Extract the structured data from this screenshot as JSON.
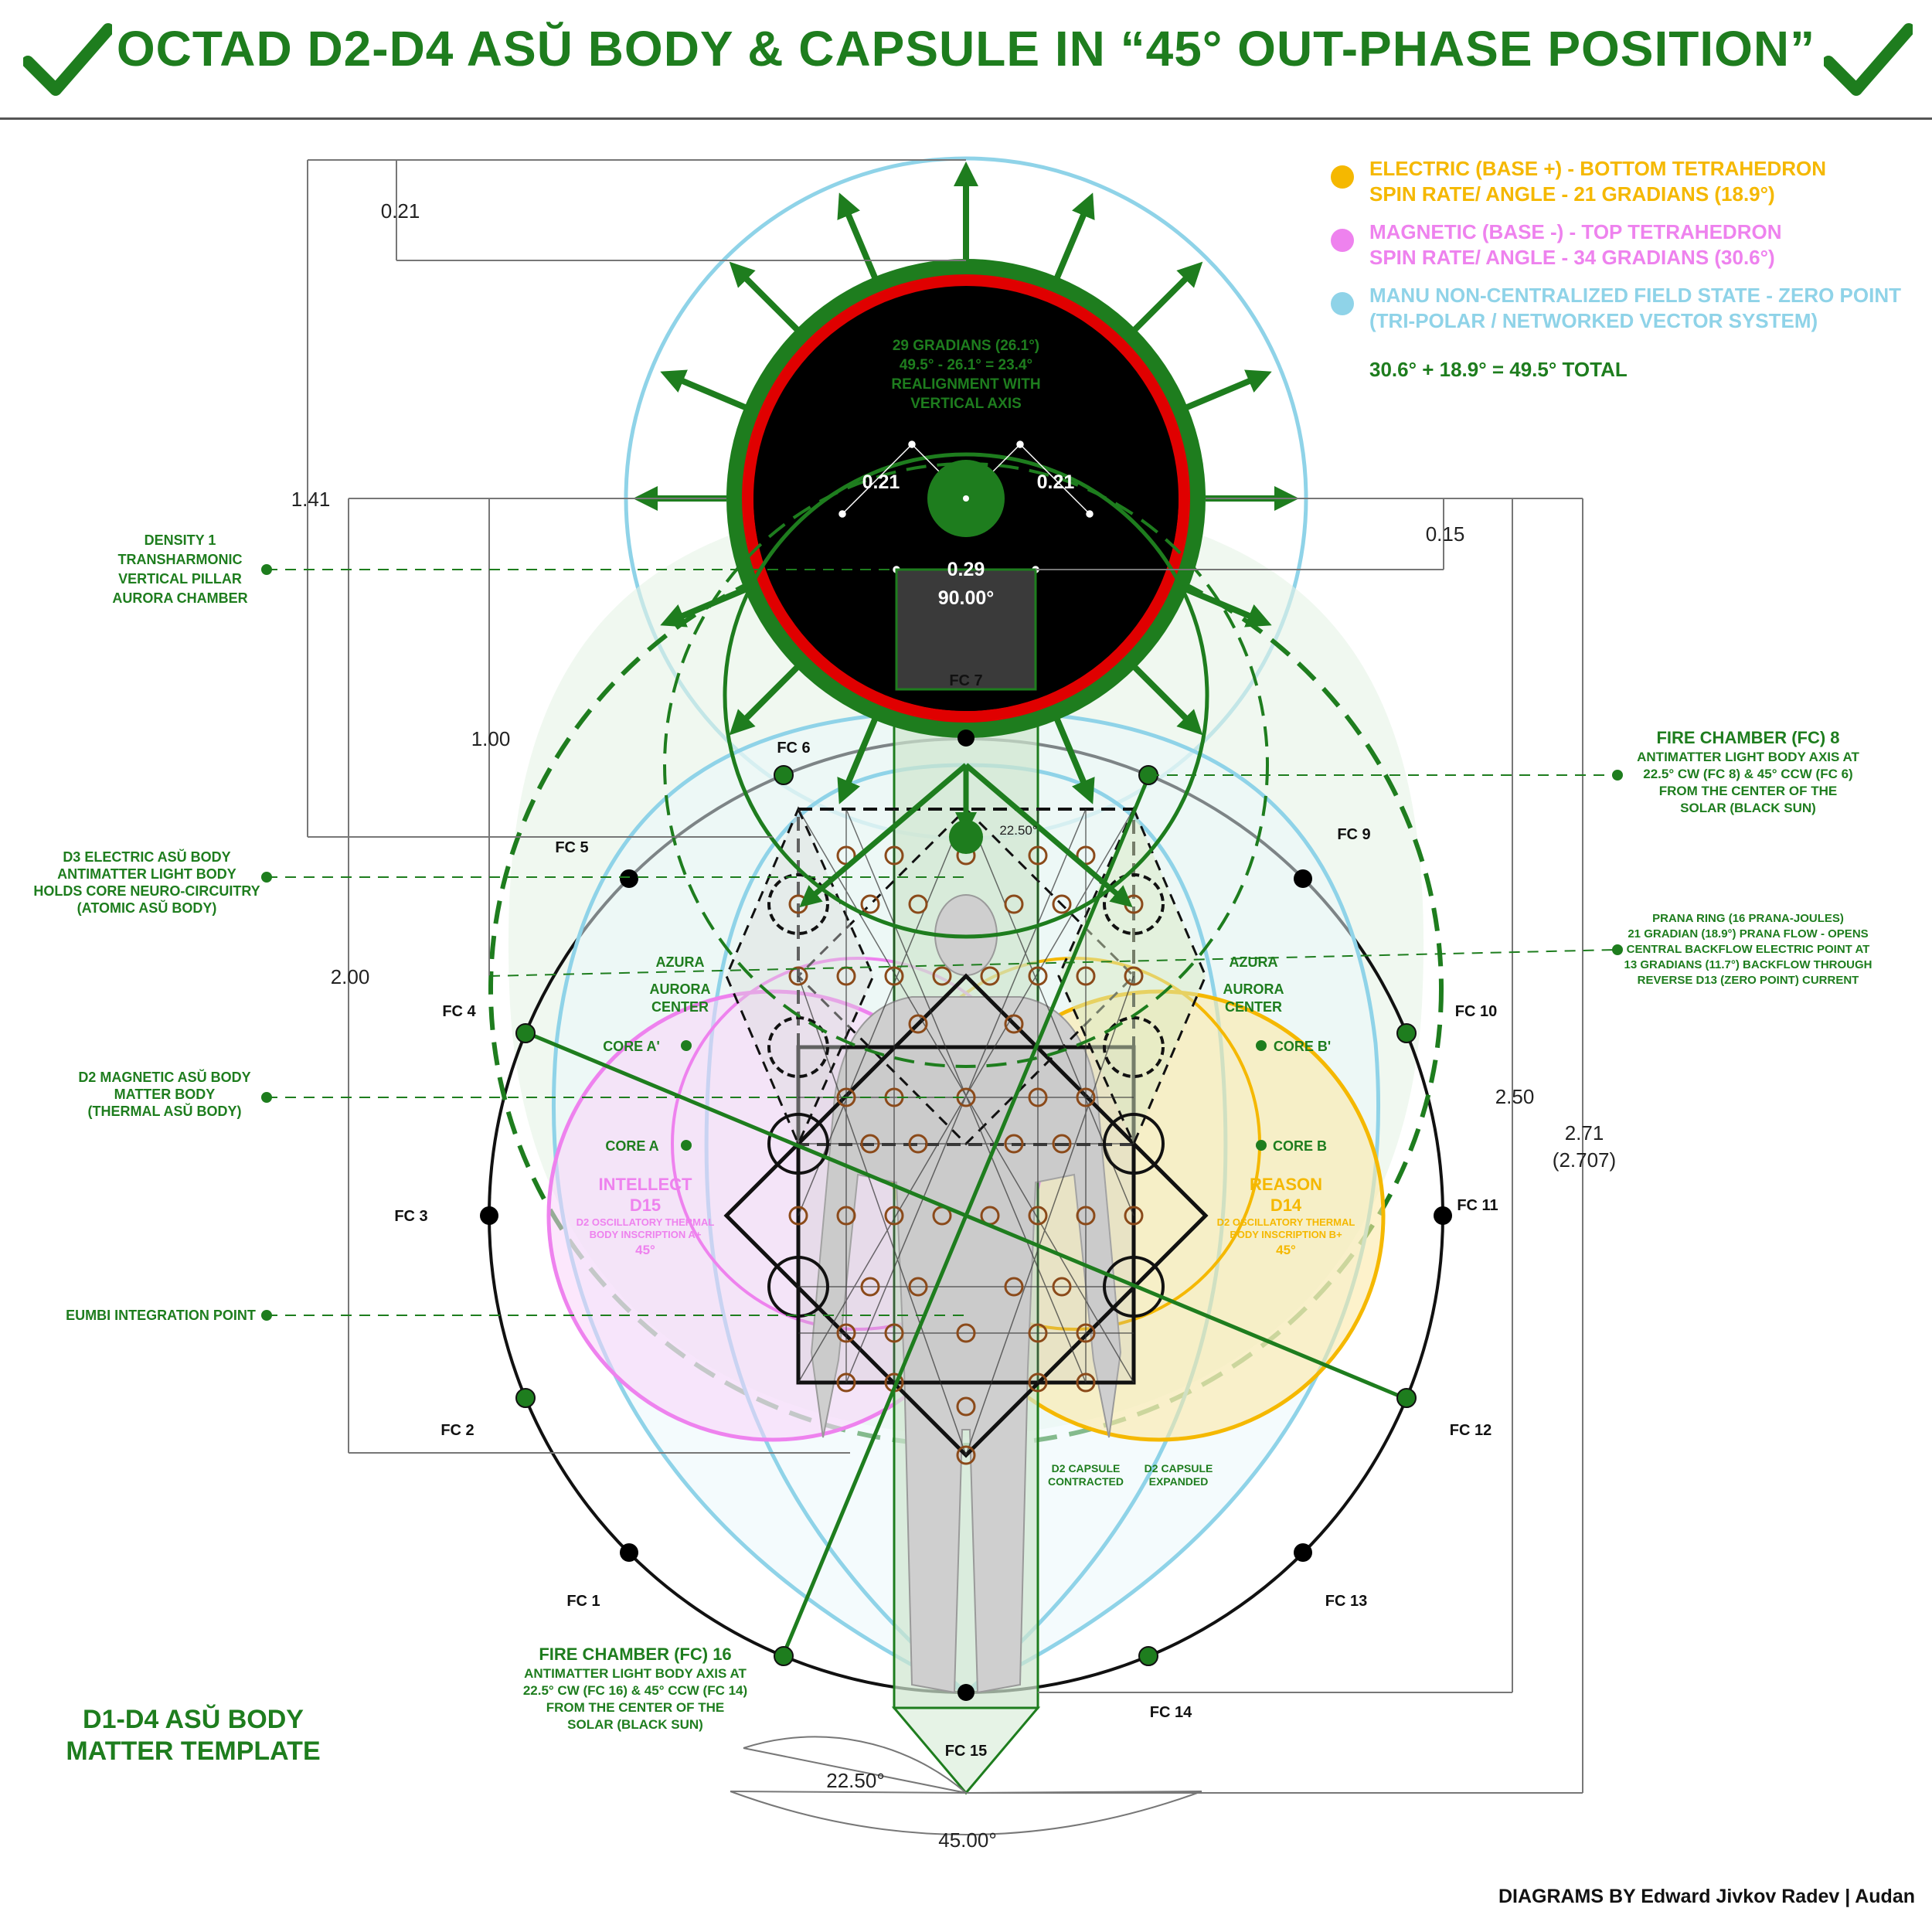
{
  "title": "OCTAD D2-D4 ASŬ BODY & CAPSULE IN “45° OUT-PHASE POSITION”",
  "colors": {
    "green": "#1e7d1e",
    "electric": "#f5b800",
    "magnetic": "#ee82ee",
    "manu": "#8fd3e8",
    "red": "#e00000"
  },
  "legend": {
    "electric": {
      "line1": "ELECTRIC (BASE +) - BOTTOM TETRAHEDRON",
      "line2": "SPIN RATE/ ANGLE - 21 GRADIANS (18.9°)"
    },
    "magnetic": {
      "line1": "MAGNETIC (BASE -) - TOP TETRAHEDRON",
      "line2": "SPIN RATE/ ANGLE - 34 GRADIANS (30.6°)"
    },
    "manu": {
      "line1": "MANU NON-CENTRALIZED FIELD STATE - ZERO POINT",
      "line2": "(TRI-POLAR / NETWORKED VECTOR SYSTEM)"
    },
    "total": "30.6° + 18.9° = 49.5° TOTAL"
  },
  "sun": {
    "line1": "29 GRADIANS (26.1°)",
    "line2": "49.5° - 26.1° = 23.4°",
    "line3": "REALIGNMENT WITH",
    "line4": "VERTICAL AXIS"
  },
  "dimensions": {
    "d021_top": "0.21",
    "d141": "1.41",
    "d100": "1.00",
    "d200": "2.00",
    "d015": "0.15",
    "d250": "2.50",
    "d271": "2.71",
    "d2707": "(2.707)",
    "d021_left": "0.21",
    "d021_right": "0.21",
    "d029": "0.29",
    "a90": "90.00°",
    "a2250_top": "22.50°",
    "a2250_bottom": "22.50°",
    "a45": "45.00°"
  },
  "fire_chambers": [
    "FC 1",
    "FC 2",
    "FC 3",
    "FC 4",
    "FC 5",
    "FC 6",
    "FC 7",
    "FC 8",
    "FC 9",
    "FC 10",
    "FC 11",
    "FC 12",
    "FC 13",
    "FC 14",
    "FC 15",
    "FC 16"
  ],
  "left_labels": {
    "density": {
      "l1": "DENSITY 1",
      "l2": "TRANSHARMONIC",
      "l3": "VERTICAL PILLAR",
      "l4": "AURORA CHAMBER"
    },
    "d3": {
      "l1": "D3 ELECTRIC ASŬ BODY",
      "l2": "ANTIMATTER LIGHT BODY",
      "l3": "HOLDS CORE NEURO-CIRCUITRY",
      "l4": "(ATOMIC ASŬ BODY)"
    },
    "d2": {
      "l1": "D2 MAGNETIC ASŬ BODY",
      "l2": "MATTER BODY",
      "l3": "(THERMAL ASŬ BODY)"
    },
    "eumbi": "EUMBI INTEGRATION POINT"
  },
  "right_labels": {
    "fc8": {
      "l1": "FIRE CHAMBER (FC) 8",
      "l2": "ANTIMATTER LIGHT BODY AXIS AT",
      "l3": "22.5° CW (FC 8) & 45° CCW (FC 6)",
      "l4": "FROM THE CENTER OF THE",
      "l5": "SOLAR (BLACK SUN)"
    },
    "prana": {
      "l1": "PRANA RING (16 PRANA-JOULES)",
      "l2": "21 GRADIAN (18.9°) PRANA FLOW - OPENS",
      "l3": "CENTRAL BACKFLOW ELECTRIC POINT AT",
      "l4": "13 GRADIANS (11.7°) BACKFLOW THROUGH",
      "l5": "REVERSE D13 (ZERO POINT) CURRENT"
    }
  },
  "fc16": {
    "l1": "FIRE CHAMBER (FC) 16",
    "l2": "ANTIMATTER LIGHT BODY AXIS AT",
    "l3": "22.5° CW (FC 16) & 45° CCW (FC 14)",
    "l4": "FROM THE CENTER OF THE",
    "l5": "SOLAR (BLACK SUN)"
  },
  "inner": {
    "azura": "AZURA",
    "aurora": "AURORA",
    "center": "CENTER",
    "core_a1": "CORE A'",
    "core_b1": "CORE B'",
    "core_a": "CORE A",
    "core_b": "CORE B",
    "intellect": "INTELLECT",
    "d15": "D15",
    "reason": "REASON",
    "d14": "D14",
    "inscr_a1": "D2 OSCILLATORY THERMAL",
    "inscr_a2": "BODY INSCRIPTION A+",
    "inscr_b1": "D2 OSCILLATORY THERMAL",
    "inscr_b2": "BODY INSCRIPTION B+",
    "deg45": "45°",
    "capsule_c1": "D2 CAPSULE",
    "capsule_c2": "CONTRACTED",
    "capsule_e1": "D2 CAPSULE",
    "capsule_e2": "EXPANDED"
  },
  "template": {
    "line1": "D1-D4 ASŬ BODY",
    "line2": "MATTER TEMPLATE"
  },
  "credit": "DIAGRAMS BY Edward Jivkov Radev | Audan"
}
